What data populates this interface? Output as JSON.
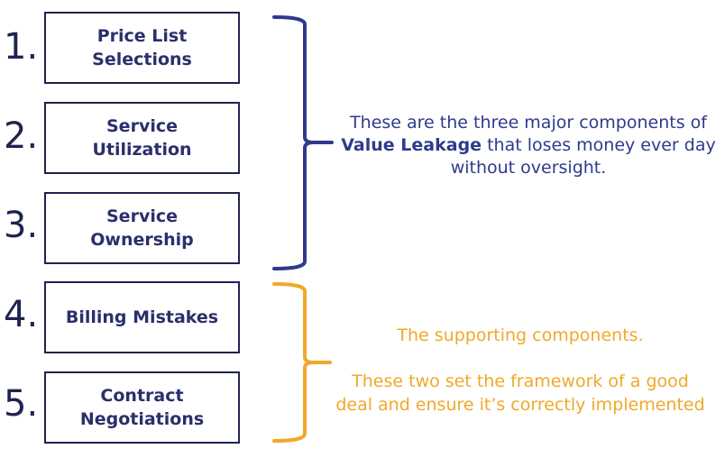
{
  "steps": [
    {
      "number": "1.",
      "label": "Price List Selections"
    },
    {
      "number": "2.",
      "label": "Service Utilization"
    },
    {
      "number": "3.",
      "label": "Service Ownership"
    },
    {
      "number": "4.",
      "label": "Billing Mistakes"
    },
    {
      "number": "5.",
      "label": "Contract Negotiations"
    }
  ],
  "major": {
    "text_before": "These are the three major components of ",
    "text_bold": "Value Leakage",
    "text_after": " that loses money ever day without oversight.",
    "color": "#2e3b8c"
  },
  "supporting": {
    "heading": "The supporting components.",
    "body": "These two set the framework of a good deal and ensure it’s correctly implemented",
    "color": "#f0a82a"
  }
}
